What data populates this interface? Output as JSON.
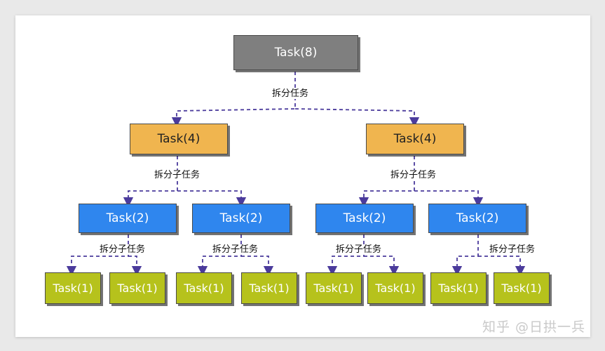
{
  "root": {
    "label": "Task(8)"
  },
  "level1": [
    {
      "label": "Task(4)"
    },
    {
      "label": "Task(4)"
    }
  ],
  "level2": [
    {
      "label": "Task(2)"
    },
    {
      "label": "Task(2)"
    },
    {
      "label": "Task(2)"
    },
    {
      "label": "Task(2)"
    }
  ],
  "level3": [
    {
      "label": "Task(1)"
    },
    {
      "label": "Task(1)"
    },
    {
      "label": "Task(1)"
    },
    {
      "label": "Task(1)"
    },
    {
      "label": "Task(1)"
    },
    {
      "label": "Task(1)"
    },
    {
      "label": "Task(1)"
    },
    {
      "label": "Task(1)"
    }
  ],
  "split_labels": {
    "root": "拆分任务",
    "l1": [
      "拆分子任务",
      "拆分子任务"
    ],
    "l2": [
      "拆分子任务",
      "拆分子任务",
      "拆分子任务",
      "拆分子任务"
    ]
  },
  "watermark": "知乎 @日拱一兵",
  "colors": {
    "root": "#7f7f7f",
    "level1": "#f0b54f",
    "level2": "#2f86ee",
    "level3": "#b6c21c",
    "connector": "#4b3b9c"
  }
}
